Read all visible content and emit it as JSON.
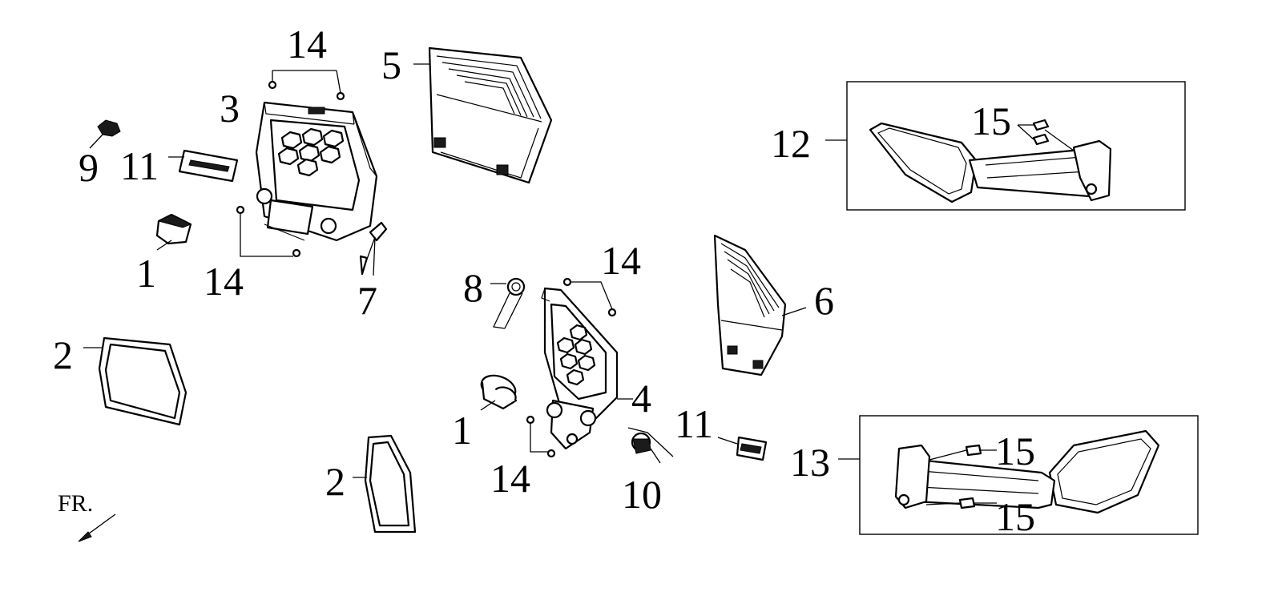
{
  "callouts": {
    "c14_top": "14",
    "c3": "3",
    "c5": "5",
    "c9": "9",
    "c11_left": "11",
    "c1_left": "1",
    "c14_left_bottom": "14",
    "c7": "7",
    "c2_left": "2",
    "c2_bottom": "2",
    "c12": "12",
    "c15_top": "15",
    "c8": "8",
    "c14_mid": "14",
    "c6": "6",
    "c4": "4",
    "c1_mid": "1",
    "c14_mid_bottom": "14",
    "c10": "10",
    "c11_right": "11",
    "c13": "13",
    "c15_mid": "15",
    "c15_bottom": "15"
  },
  "direction_label": "FR."
}
